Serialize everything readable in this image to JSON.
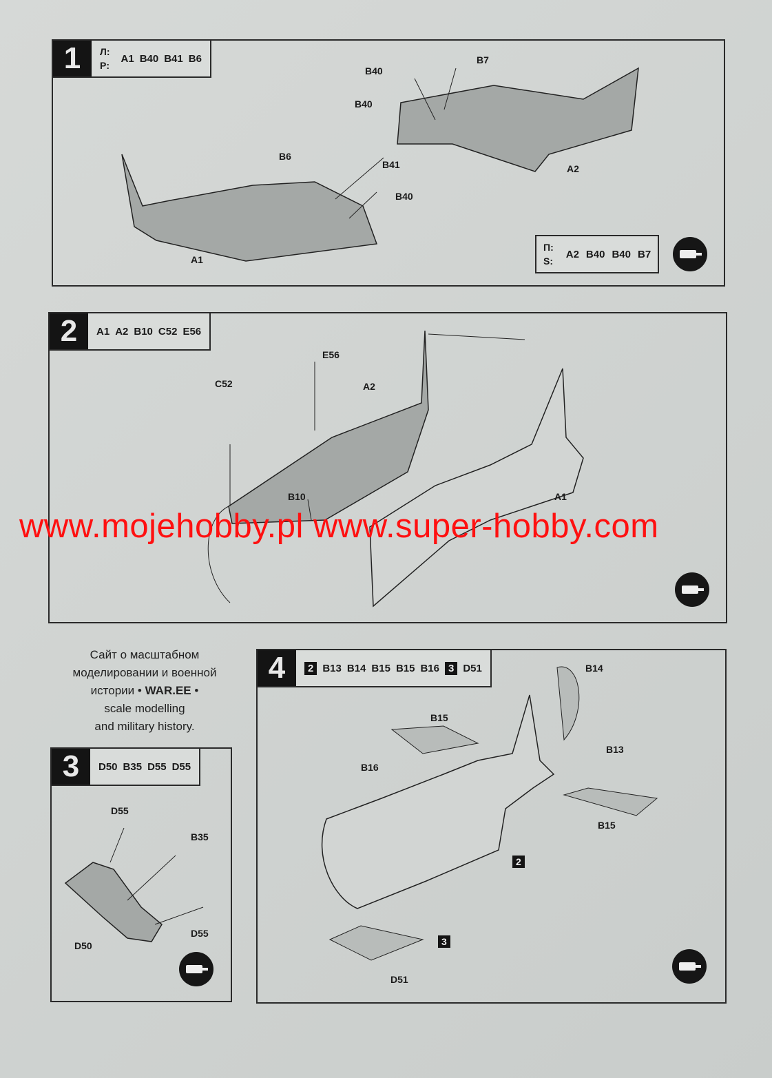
{
  "steps": [
    {
      "number": "1",
      "left_label": "Л:",
      "right_label": "P:",
      "parts": [
        "A1",
        "B40",
        "B41",
        "B6"
      ],
      "labels": [
        "B40",
        "B7",
        "B40",
        "B6",
        "B41",
        "B40",
        "A1",
        "A2"
      ],
      "second_box": {
        "left_label": "П:",
        "right_label": "S:",
        "parts": [
          "A2",
          "B40",
          "B40",
          "B7"
        ]
      }
    },
    {
      "number": "2",
      "parts": [
        "A1",
        "A2",
        "B10",
        "C52",
        "E56"
      ],
      "labels": [
        "E56",
        "C52",
        "A2",
        "B10",
        "A1"
      ]
    },
    {
      "number": "3",
      "parts": [
        "D50",
        "B35",
        "D55",
        "D55"
      ],
      "labels": [
        "D55",
        "B35",
        "D55",
        "D50"
      ]
    },
    {
      "number": "4",
      "ref_a": "2",
      "parts_a": [
        "B13",
        "B14",
        "B15",
        "B15",
        "B16"
      ],
      "ref_b": "3",
      "parts_b": [
        "D51"
      ],
      "labels": [
        "B14",
        "B15",
        "B13",
        "B16",
        "B15",
        "D51"
      ],
      "refs": [
        "2",
        "3"
      ]
    }
  ],
  "site_text": {
    "line1": "Сайт о масштабном",
    "line2": "моделировании и военной",
    "line3": "истории",
    "brand": "WAR.EE",
    "line4": "scale modelling",
    "line5": "and military history."
  },
  "watermark": "www.mojehobby.pl www.super-hobby.com",
  "glue_icon": "glue-tube-icon"
}
